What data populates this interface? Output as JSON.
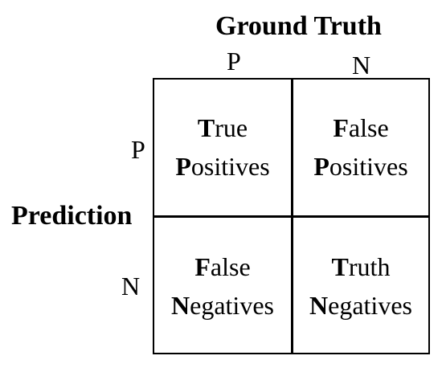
{
  "axes": {
    "ground_truth": {
      "title": "Ground Truth",
      "ticks": [
        "P",
        "N"
      ]
    },
    "prediction": {
      "title": "Prediction",
      "ticks": [
        "P",
        "N"
      ]
    }
  },
  "cells": {
    "true_positives": {
      "line1": {
        "initial": "T",
        "rest": "rue"
      },
      "line2": {
        "initial": "P",
        "rest": "ositives"
      }
    },
    "false_positives": {
      "line1": {
        "initial": "F",
        "rest": "alse"
      },
      "line2": {
        "initial": "P",
        "rest": "ositives"
      }
    },
    "false_negatives": {
      "line1": {
        "initial": "F",
        "rest": "alse"
      },
      "line2": {
        "initial": "N",
        "rest": "egatives"
      }
    },
    "truth_negatives": {
      "line1": {
        "initial": "T",
        "rest": "ruth"
      },
      "line2": {
        "initial": "N",
        "rest": "egatives"
      }
    }
  }
}
